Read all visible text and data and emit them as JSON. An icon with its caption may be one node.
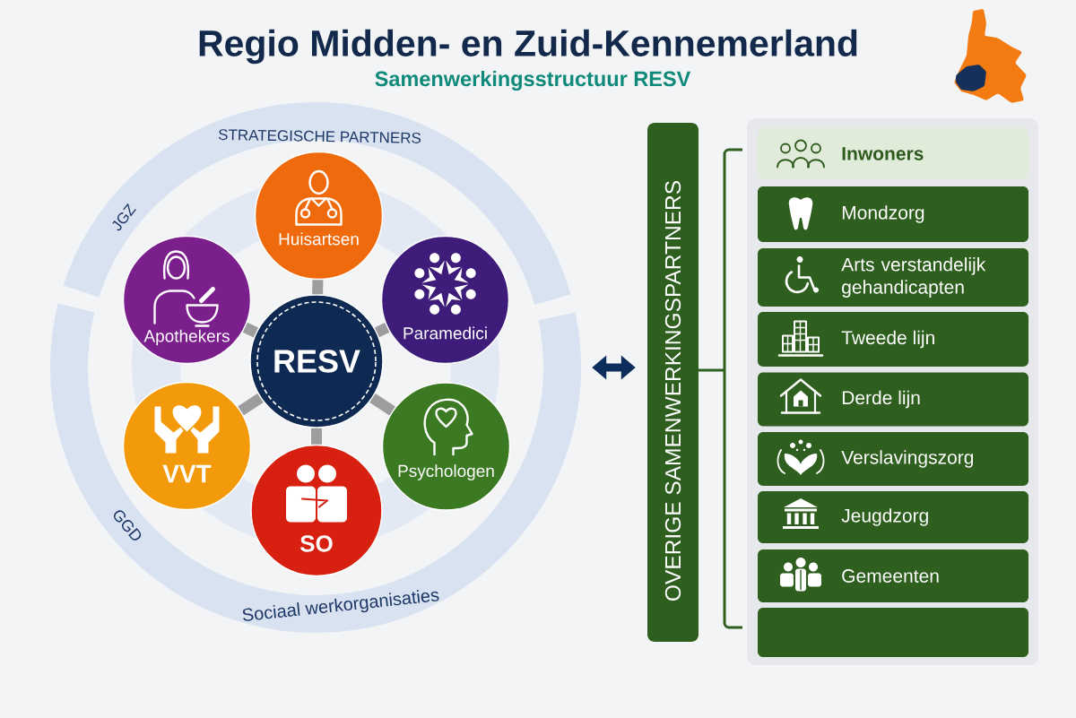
{
  "diagram": {
    "title": "Regio Midden- en Zuid-Kennemerland",
    "nodes": [
      {
        "text": [
          "STRATEGISCHE PARTNERS",
          "JGZ",
          "GGD",
          "Sociaal werkorganisaties"
        ]
      },
      {
        "text": [
          "RESV"
        ],
        "in": 0
      },
      {
        "text": [
          "Huisartsen"
        ],
        "in": 0
      },
      {
        "text": [
          "Paramedici"
        ],
        "in": 0
      },
      {
        "text": [
          "Psychologen"
        ],
        "in": 0
      },
      {
        "text": [
          "SO"
        ],
        "in": 0
      },
      {
        "text": [
          "VVT"
        ],
        "in": 0
      },
      {
        "text": [
          "Apothekers"
        ],
        "in": 0
      },
      {
        "text": [
          "OVERIGE SAMENWERKINGSPARTNERS"
        ]
      },
      {
        "text": [
          "Inwoners"
        ]
      },
      {
        "text": [
          "Mondzorg"
        ]
      },
      {
        "text": [
          "Arts verstandelijk gehandicapten"
        ]
      },
      {
        "text": [
          "Tweede lijn"
        ]
      },
      {
        "text": [
          "Derde lijn"
        ]
      },
      {
        "text": [
          "Verslavingszorg"
        ]
      },
      {
        "text": [
          "Jeugdzorg"
        ]
      },
      {
        "text": [
          "Gemeenten"
        ]
      },
      {
        "text": [],
        "shape": "box"
      }
    ],
    "edges": [
      {
        "from": 1,
        "to": 2,
        "arrow": "none"
      },
      {
        "from": 1,
        "to": 3,
        "arrow": "none"
      },
      {
        "from": 1,
        "to": 4,
        "arrow": "none"
      },
      {
        "from": 1,
        "to": 5,
        "arrow": "none"
      },
      {
        "from": 1,
        "to": 6,
        "arrow": "none"
      },
      {
        "from": 1,
        "to": 7,
        "arrow": "none"
      },
      {
        "from": 0,
        "to": 8,
        "arrow": "both",
        "color": "#0d2d5c"
      }
    ],
    "labels": [
      "Samenwerkingsstructuur RESV"
    ]
  }
}
